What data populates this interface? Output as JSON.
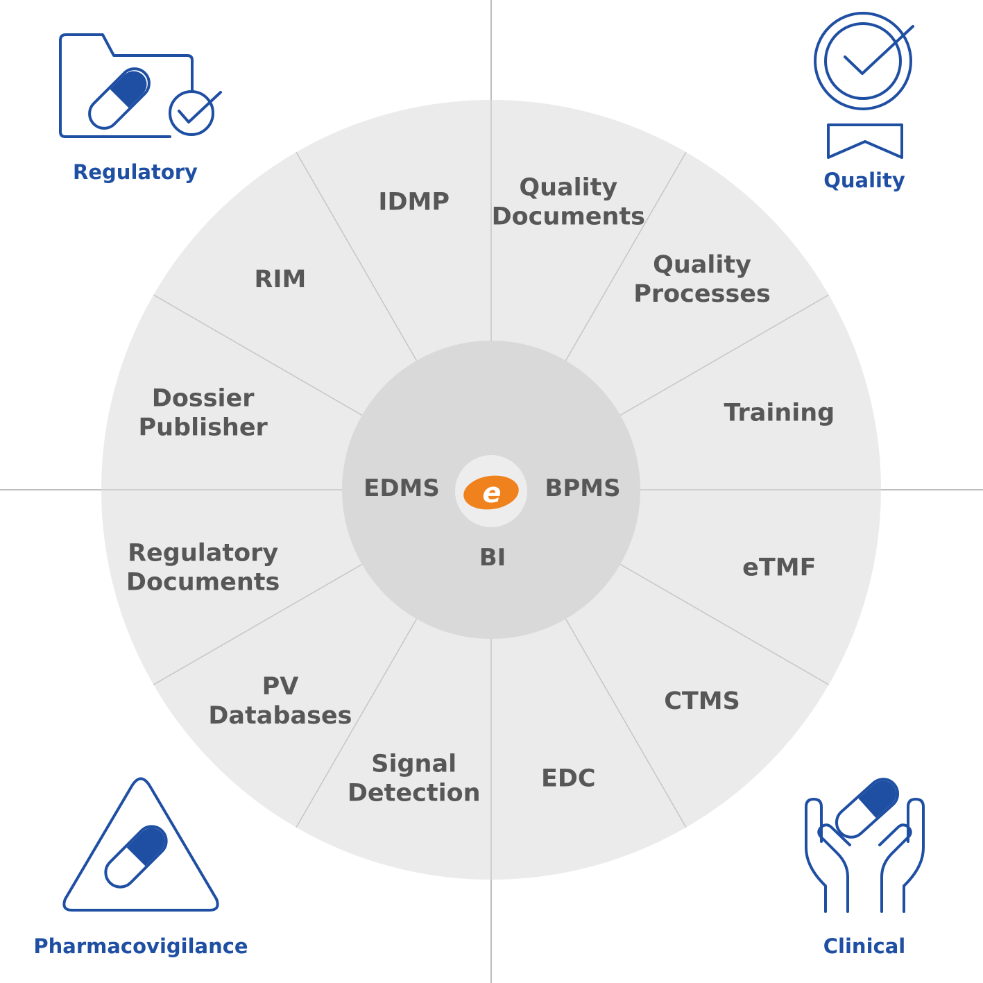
{
  "colors": {
    "wheel": "#ebebeb",
    "hub": "#d9d9d9",
    "divider": "#c6c6c6",
    "label": "#575757",
    "accent": "#1f4fa3",
    "logo": "#f0821e",
    "quadrant_line": "#bdbdbd"
  },
  "corners": {
    "regulatory": {
      "label": "Regulatory",
      "icon": "folder-capsule-check-icon"
    },
    "quality": {
      "label": "Quality",
      "icon": "award-check-icon"
    },
    "pharmacovigilance": {
      "label": "Pharmacovigilance",
      "icon": "warning-triangle-capsule-icon"
    },
    "clinical": {
      "label": "Clinical",
      "icon": "hands-capsule-icon"
    }
  },
  "core": {
    "left": "EDMS",
    "right": "BPMS",
    "bottom": "BI",
    "logo_letter": "e"
  },
  "segments": [
    {
      "name": "idmp",
      "lines": [
        "IDMP"
      ]
    },
    {
      "name": "quality-documents",
      "lines": [
        "Quality",
        "Documents"
      ]
    },
    {
      "name": "quality-processes",
      "lines": [
        "Quality",
        "Processes"
      ]
    },
    {
      "name": "training",
      "lines": [
        "Training"
      ]
    },
    {
      "name": "etmf",
      "lines": [
        "eTMF"
      ]
    },
    {
      "name": "ctms",
      "lines": [
        "CTMS"
      ]
    },
    {
      "name": "edc",
      "lines": [
        "EDC"
      ]
    },
    {
      "name": "signal-detection",
      "lines": [
        "Signal",
        "Detection"
      ]
    },
    {
      "name": "pv-databases",
      "lines": [
        "PV",
        "Databases"
      ]
    },
    {
      "name": "regulatory-documents",
      "lines": [
        "Regulatory",
        "Documents"
      ]
    },
    {
      "name": "dossier-publisher",
      "lines": [
        "Dossier",
        "Publisher"
      ]
    },
    {
      "name": "rim",
      "lines": [
        "RIM"
      ]
    }
  ]
}
